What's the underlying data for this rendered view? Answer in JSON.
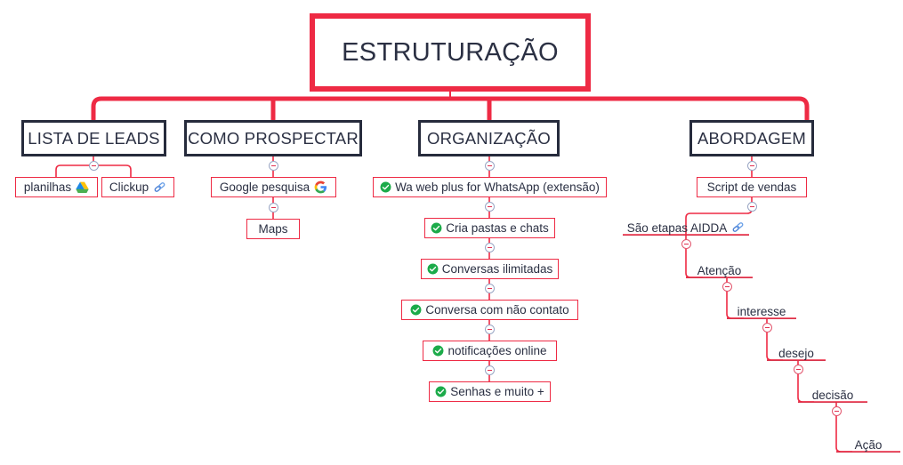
{
  "diagram": {
    "title": "ESTRUTURAÇÃO",
    "type": "mind-map",
    "background_color": "#ffffff",
    "accent_color": "#ee2a44",
    "root_border_color": "#ee2a44",
    "branch_border_color": "#262b3c",
    "leaf_border_color": "#ee2a44",
    "text_color": "#2b3043"
  },
  "root": {
    "label": "ESTRUTURAÇÃO"
  },
  "branches": [
    {
      "label": "LISTA DE LEADS",
      "children": [
        {
          "label": "planilhas",
          "icon_right": "google-drive-icon"
        },
        {
          "label": "Clickup",
          "icon_right": "link-icon"
        }
      ]
    },
    {
      "label": "COMO PROSPECTAR",
      "children": [
        {
          "label": "Google pesquisa",
          "icon_right": "google-icon"
        },
        {
          "label": "Maps"
        }
      ]
    },
    {
      "label": "ORGANIZAÇÃO",
      "children": [
        {
          "label": "Wa web plus for WhatsApp (extensão)",
          "icon_left": "green-check-icon"
        },
        {
          "label": "Cria pastas e chats",
          "icon_left": "green-check-icon"
        },
        {
          "label": "Conversas ilimitadas",
          "icon_left": "green-check-icon"
        },
        {
          "label": "Conversa com não contato",
          "icon_left": "green-check-icon"
        },
        {
          "label": "notificações online",
          "icon_left": "green-check-icon"
        },
        {
          "label": "Senhas e muito +",
          "icon_left": "green-check-icon"
        }
      ]
    },
    {
      "label": "ABORDAGEM",
      "children": [
        {
          "label": "Script de vendas"
        },
        {
          "label": "São etapas AIDDA",
          "icon_right": "link-icon"
        },
        {
          "label": "Atenção"
        },
        {
          "label": "interesse"
        },
        {
          "label": "desejo"
        },
        {
          "label": "decisão"
        },
        {
          "label": "Ação"
        }
      ]
    }
  ],
  "toggles": {
    "state": "expanded",
    "glyph": "minus"
  }
}
